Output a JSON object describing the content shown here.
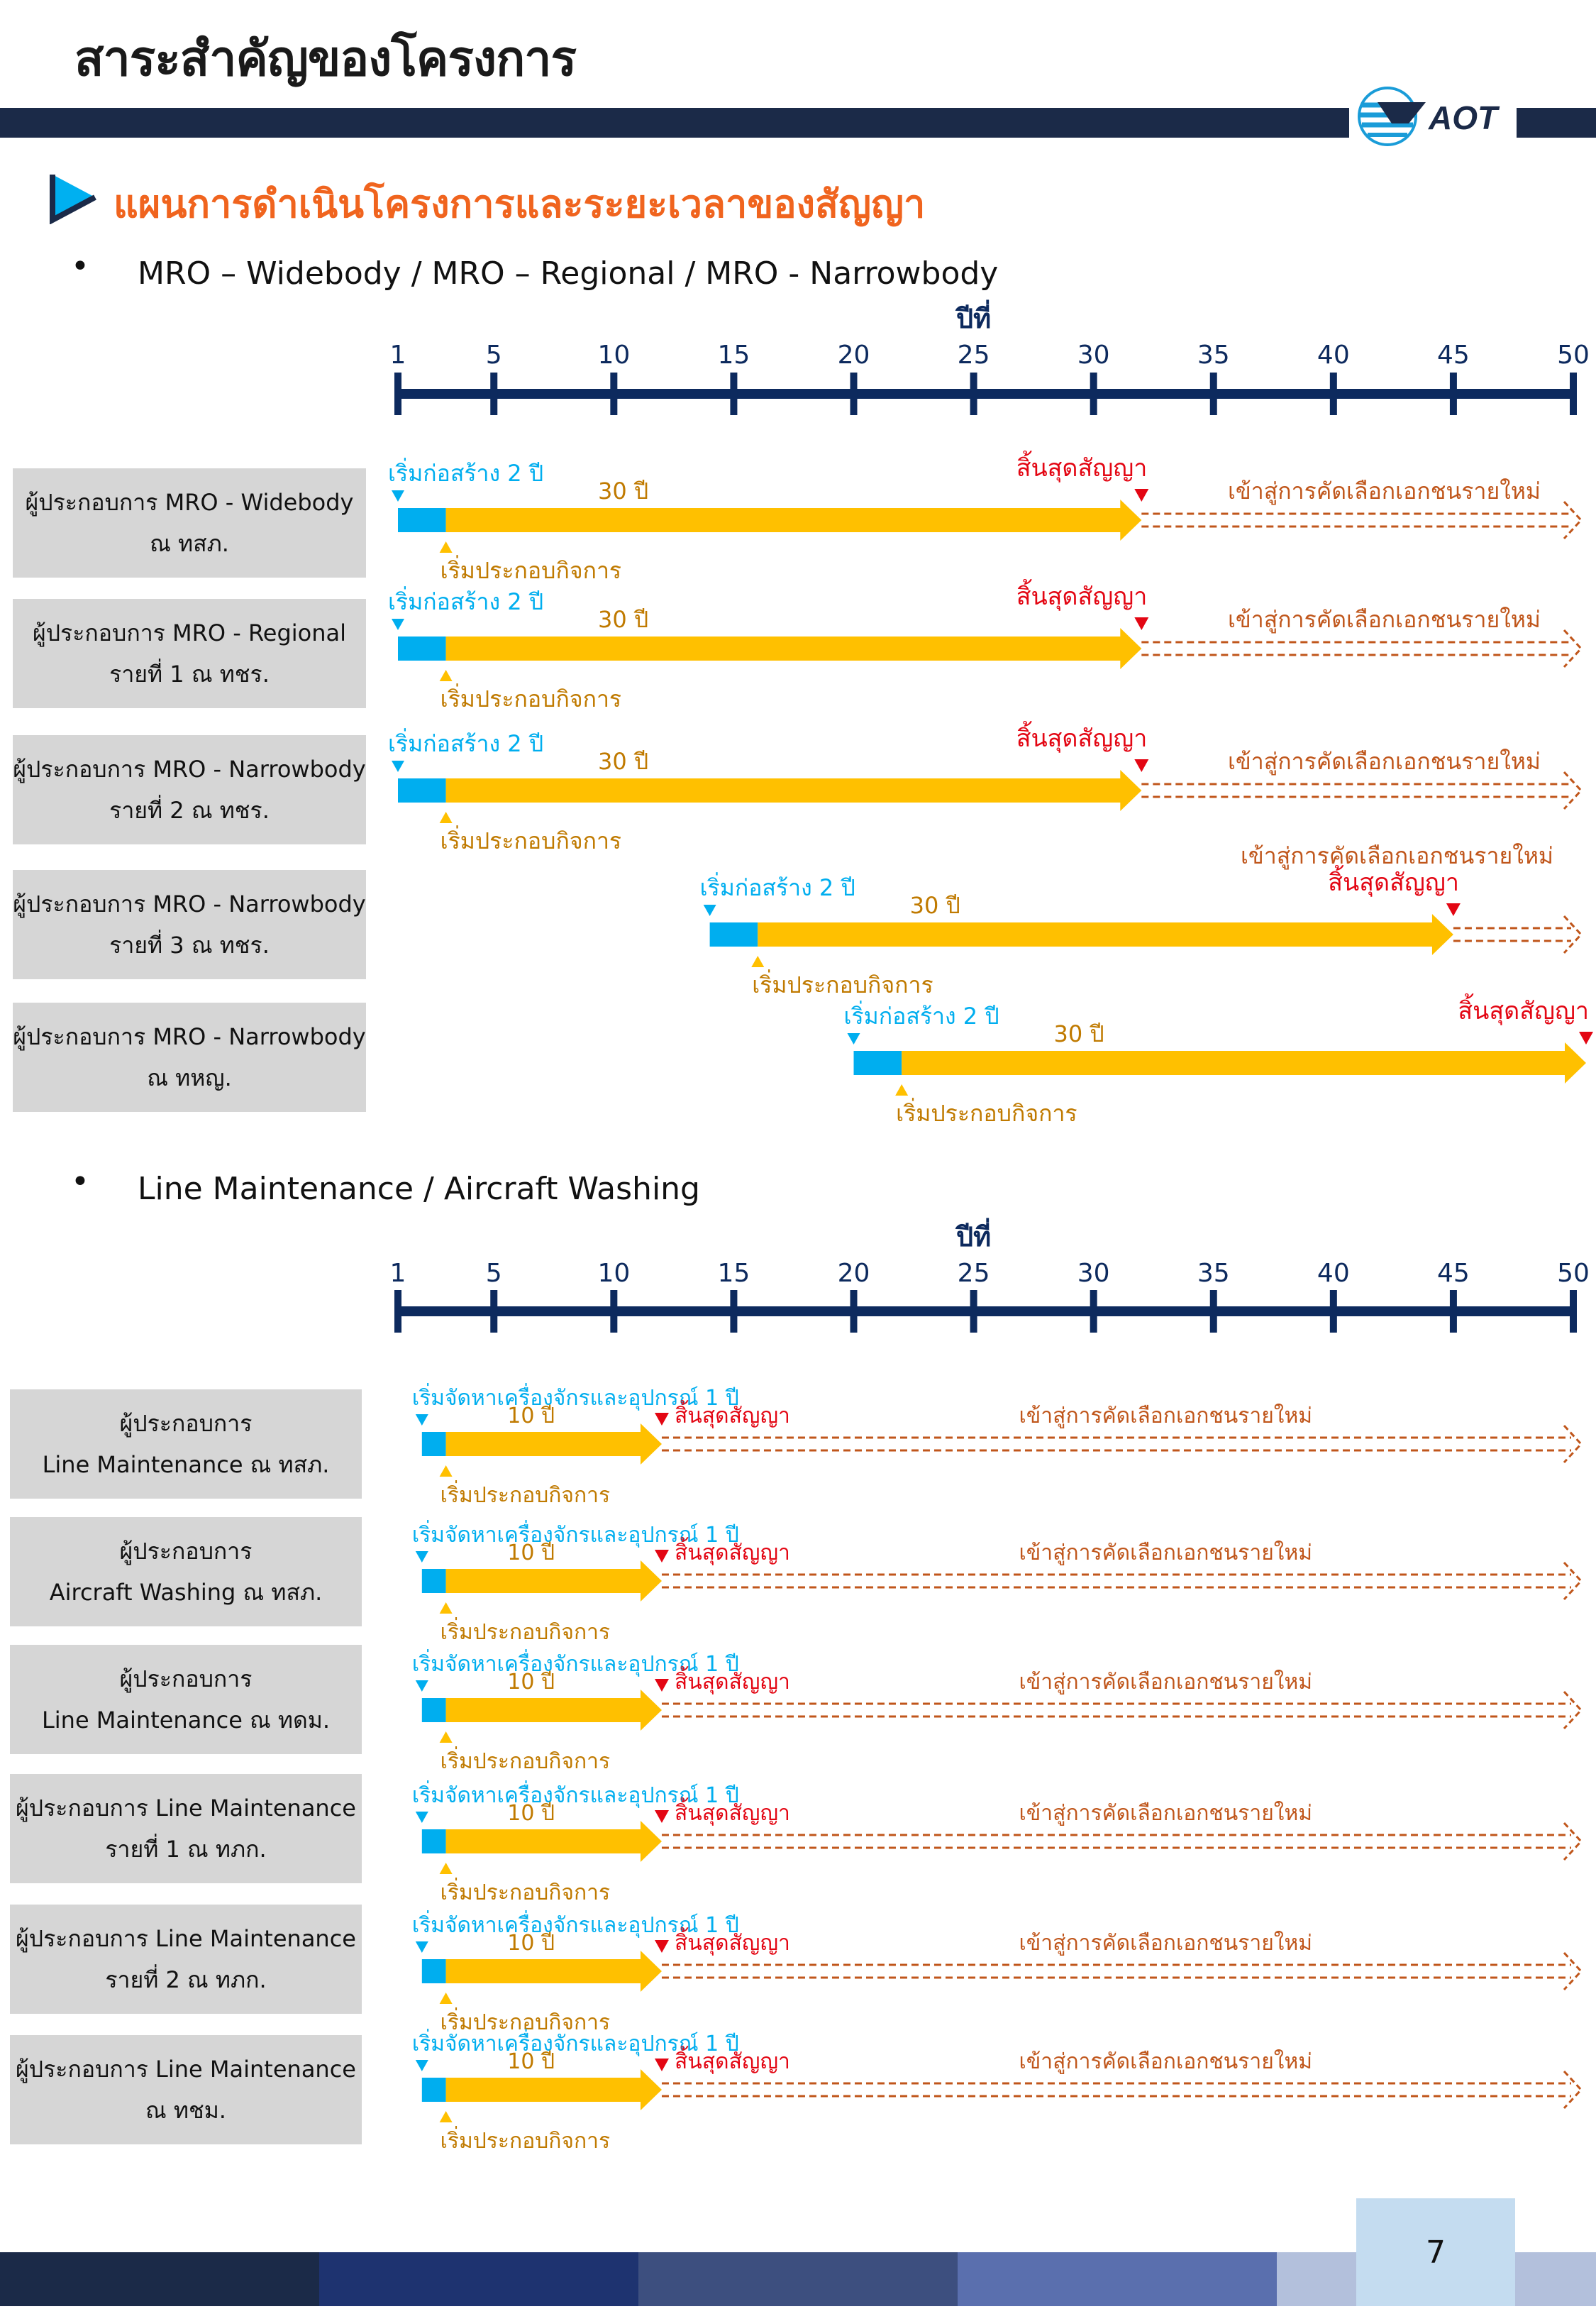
{
  "header": {
    "title": "สาระสำคัญของโครงการ",
    "logo_text": "AOT",
    "logo_icon": "aot-globe-logo",
    "band_color": "#1b2a48"
  },
  "section": {
    "heading": "แผนการดำเนินโครงการและระยะเวลาของสัญญา",
    "heading_icon": "play-triangle-icon",
    "heading_color": "#f0641e"
  },
  "colors": {
    "axis": "#0d2a5e",
    "construction": "#00aeef",
    "operation": "#ffc000",
    "contract_end": "#e30613",
    "new_selection": "#c0561b",
    "label_box": "#d6d6d6"
  },
  "axis": {
    "title": "ปีที่",
    "ticks": [
      "1",
      "5",
      "10",
      "15",
      "20",
      "25",
      "30",
      "35",
      "40",
      "45",
      "50"
    ]
  },
  "group1": {
    "bullet": "MRO – Widebody / MRO – Regional / MRO - Narrowbody",
    "rows": [
      {
        "label_line1": "ผู้ประกอบการ MRO - Widebody",
        "label_line2": "ณ ทสภ.",
        "start_label": "เริ่มก่อสร้าง 2 ปี",
        "op_label": "เริ่มประกอบกิจการ",
        "duration": "30 ปี",
        "end_label": "สิ้นสุดสัญญา",
        "next_label": "เข้าสู่การคัดเลือกเอกชนรายใหม่",
        "construction_start_year": 1,
        "operation_start_year": 3,
        "contract_end_year": 32
      },
      {
        "label_line1": "ผู้ประกอบการ MRO - Regional",
        "label_line2": "รายที่ 1 ณ ทชร.",
        "start_label": "เริ่มก่อสร้าง 2 ปี",
        "op_label": "เริ่มประกอบกิจการ",
        "duration": "30 ปี",
        "end_label": "สิ้นสุดสัญญา",
        "next_label": "เข้าสู่การคัดเลือกเอกชนรายใหม่",
        "construction_start_year": 1,
        "operation_start_year": 3,
        "contract_end_year": 32
      },
      {
        "label_line1": "ผู้ประกอบการ MRO - Narrowbody",
        "label_line2": "รายที่ 2 ณ ทชร.",
        "start_label": "เริ่มก่อสร้าง 2 ปี",
        "op_label": "เริ่มประกอบกิจการ",
        "duration": "30 ปี",
        "end_label": "สิ้นสุดสัญญา",
        "next_label": "เข้าสู่การคัดเลือกเอกชนรายใหม่",
        "construction_start_year": 1,
        "operation_start_year": 3,
        "contract_end_year": 32
      },
      {
        "label_line1": "ผู้ประกอบการ MRO - Narrowbody",
        "label_line2": "รายที่ 3 ณ ทชร.",
        "start_label": "เริ่มก่อสร้าง 2 ปี",
        "op_label": "เริ่มประกอบกิจการ",
        "duration": "30 ปี",
        "end_label": "สิ้นสุดสัญญา",
        "next_label": "เข้าสู่การคัดเลือกเอกชนรายใหม่",
        "construction_start_year": 14,
        "operation_start_year": 16,
        "contract_end_year": 45
      },
      {
        "label_line1": "ผู้ประกอบการ MRO - Narrowbody",
        "label_line2": "ณ ทหญ.",
        "start_label": "เริ่มก่อสร้าง 2 ปี",
        "op_label": "เริ่มประกอบกิจการ",
        "duration": "30 ปี",
        "end_label": "สิ้นสุดสัญญา",
        "next_label": "",
        "construction_start_year": 20,
        "operation_start_year": 22,
        "contract_end_year": 51
      }
    ]
  },
  "group2": {
    "bullet": "Line Maintenance / Aircraft Washing",
    "rows": [
      {
        "label_line1": "ผู้ประกอบการ",
        "label_line2": "Line Maintenance ณ ทสภ.",
        "start_label": "เริ่มจัดหาเครื่องจักรและอุปกรณ์ 1 ปี",
        "op_label": "เริ่มประกอบกิจการ",
        "duration": "10 ปี",
        "end_label": "สิ้นสุดสัญญา",
        "next_label": "เข้าสู่การคัดเลือกเอกชนรายใหม่",
        "construction_start_year": 2,
        "operation_start_year": 3,
        "contract_end_year": 12
      },
      {
        "label_line1": "ผู้ประกอบการ",
        "label_line2": "Aircraft Washing ณ ทสภ.",
        "start_label": "เริ่มจัดหาเครื่องจักรและอุปกรณ์ 1 ปี",
        "op_label": "เริ่มประกอบกิจการ",
        "duration": "10 ปี",
        "end_label": "สิ้นสุดสัญญา",
        "next_label": "เข้าสู่การคัดเลือกเอกชนรายใหม่",
        "construction_start_year": 2,
        "operation_start_year": 3,
        "contract_end_year": 12
      },
      {
        "label_line1": "ผู้ประกอบการ",
        "label_line2": "Line Maintenance ณ ทดม.",
        "start_label": "เริ่มจัดหาเครื่องจักรและอุปกรณ์ 1 ปี",
        "op_label": "เริ่มประกอบกิจการ",
        "duration": "10 ปี",
        "end_label": "สิ้นสุดสัญญา",
        "next_label": "เข้าสู่การคัดเลือกเอกชนรายใหม่",
        "construction_start_year": 2,
        "operation_start_year": 3,
        "contract_end_year": 12
      },
      {
        "label_line1": "ผู้ประกอบการ Line Maintenance",
        "label_line2": "รายที่ 1 ณ ทภก.",
        "start_label": "เริ่มจัดหาเครื่องจักรและอุปกรณ์ 1 ปี",
        "op_label": "เริ่มประกอบกิจการ",
        "duration": "10 ปี",
        "end_label": "สิ้นสุดสัญญา",
        "next_label": "เข้าสู่การคัดเลือกเอกชนรายใหม่",
        "construction_start_year": 2,
        "operation_start_year": 3,
        "contract_end_year": 12
      },
      {
        "label_line1": "ผู้ประกอบการ Line Maintenance",
        "label_line2": "รายที่ 2 ณ ทภก.",
        "start_label": "เริ่มจัดหาเครื่องจักรและอุปกรณ์ 1 ปี",
        "op_label": "เริ่มประกอบกิจการ",
        "duration": "10 ปี",
        "end_label": "สิ้นสุดสัญญา",
        "next_label": "เข้าสู่การคัดเลือกเอกชนรายใหม่",
        "construction_start_year": 2,
        "operation_start_year": 3,
        "contract_end_year": 12
      },
      {
        "label_line1": "ผู้ประกอบการ Line Maintenance",
        "label_line2": "ณ ทชม.",
        "start_label": "เริ่มจัดหาเครื่องจักรและอุปกรณ์ 1 ปี",
        "op_label": "เริ่มประกอบกิจการ",
        "duration": "10 ปี",
        "end_label": "สิ้นสุดสัญญา",
        "next_label": "เข้าสู่การคัดเลือกเอกชนรายใหม่",
        "construction_start_year": 2,
        "operation_start_year": 3,
        "contract_end_year": 12
      }
    ]
  },
  "footer": {
    "page_number": "7",
    "band_colors": [
      "#1b2a48",
      "#1e3370",
      "#3d4f7f",
      "#5a6fae",
      "#b3c0dc",
      "#c4dcf0",
      "#b3c0dc"
    ]
  }
}
